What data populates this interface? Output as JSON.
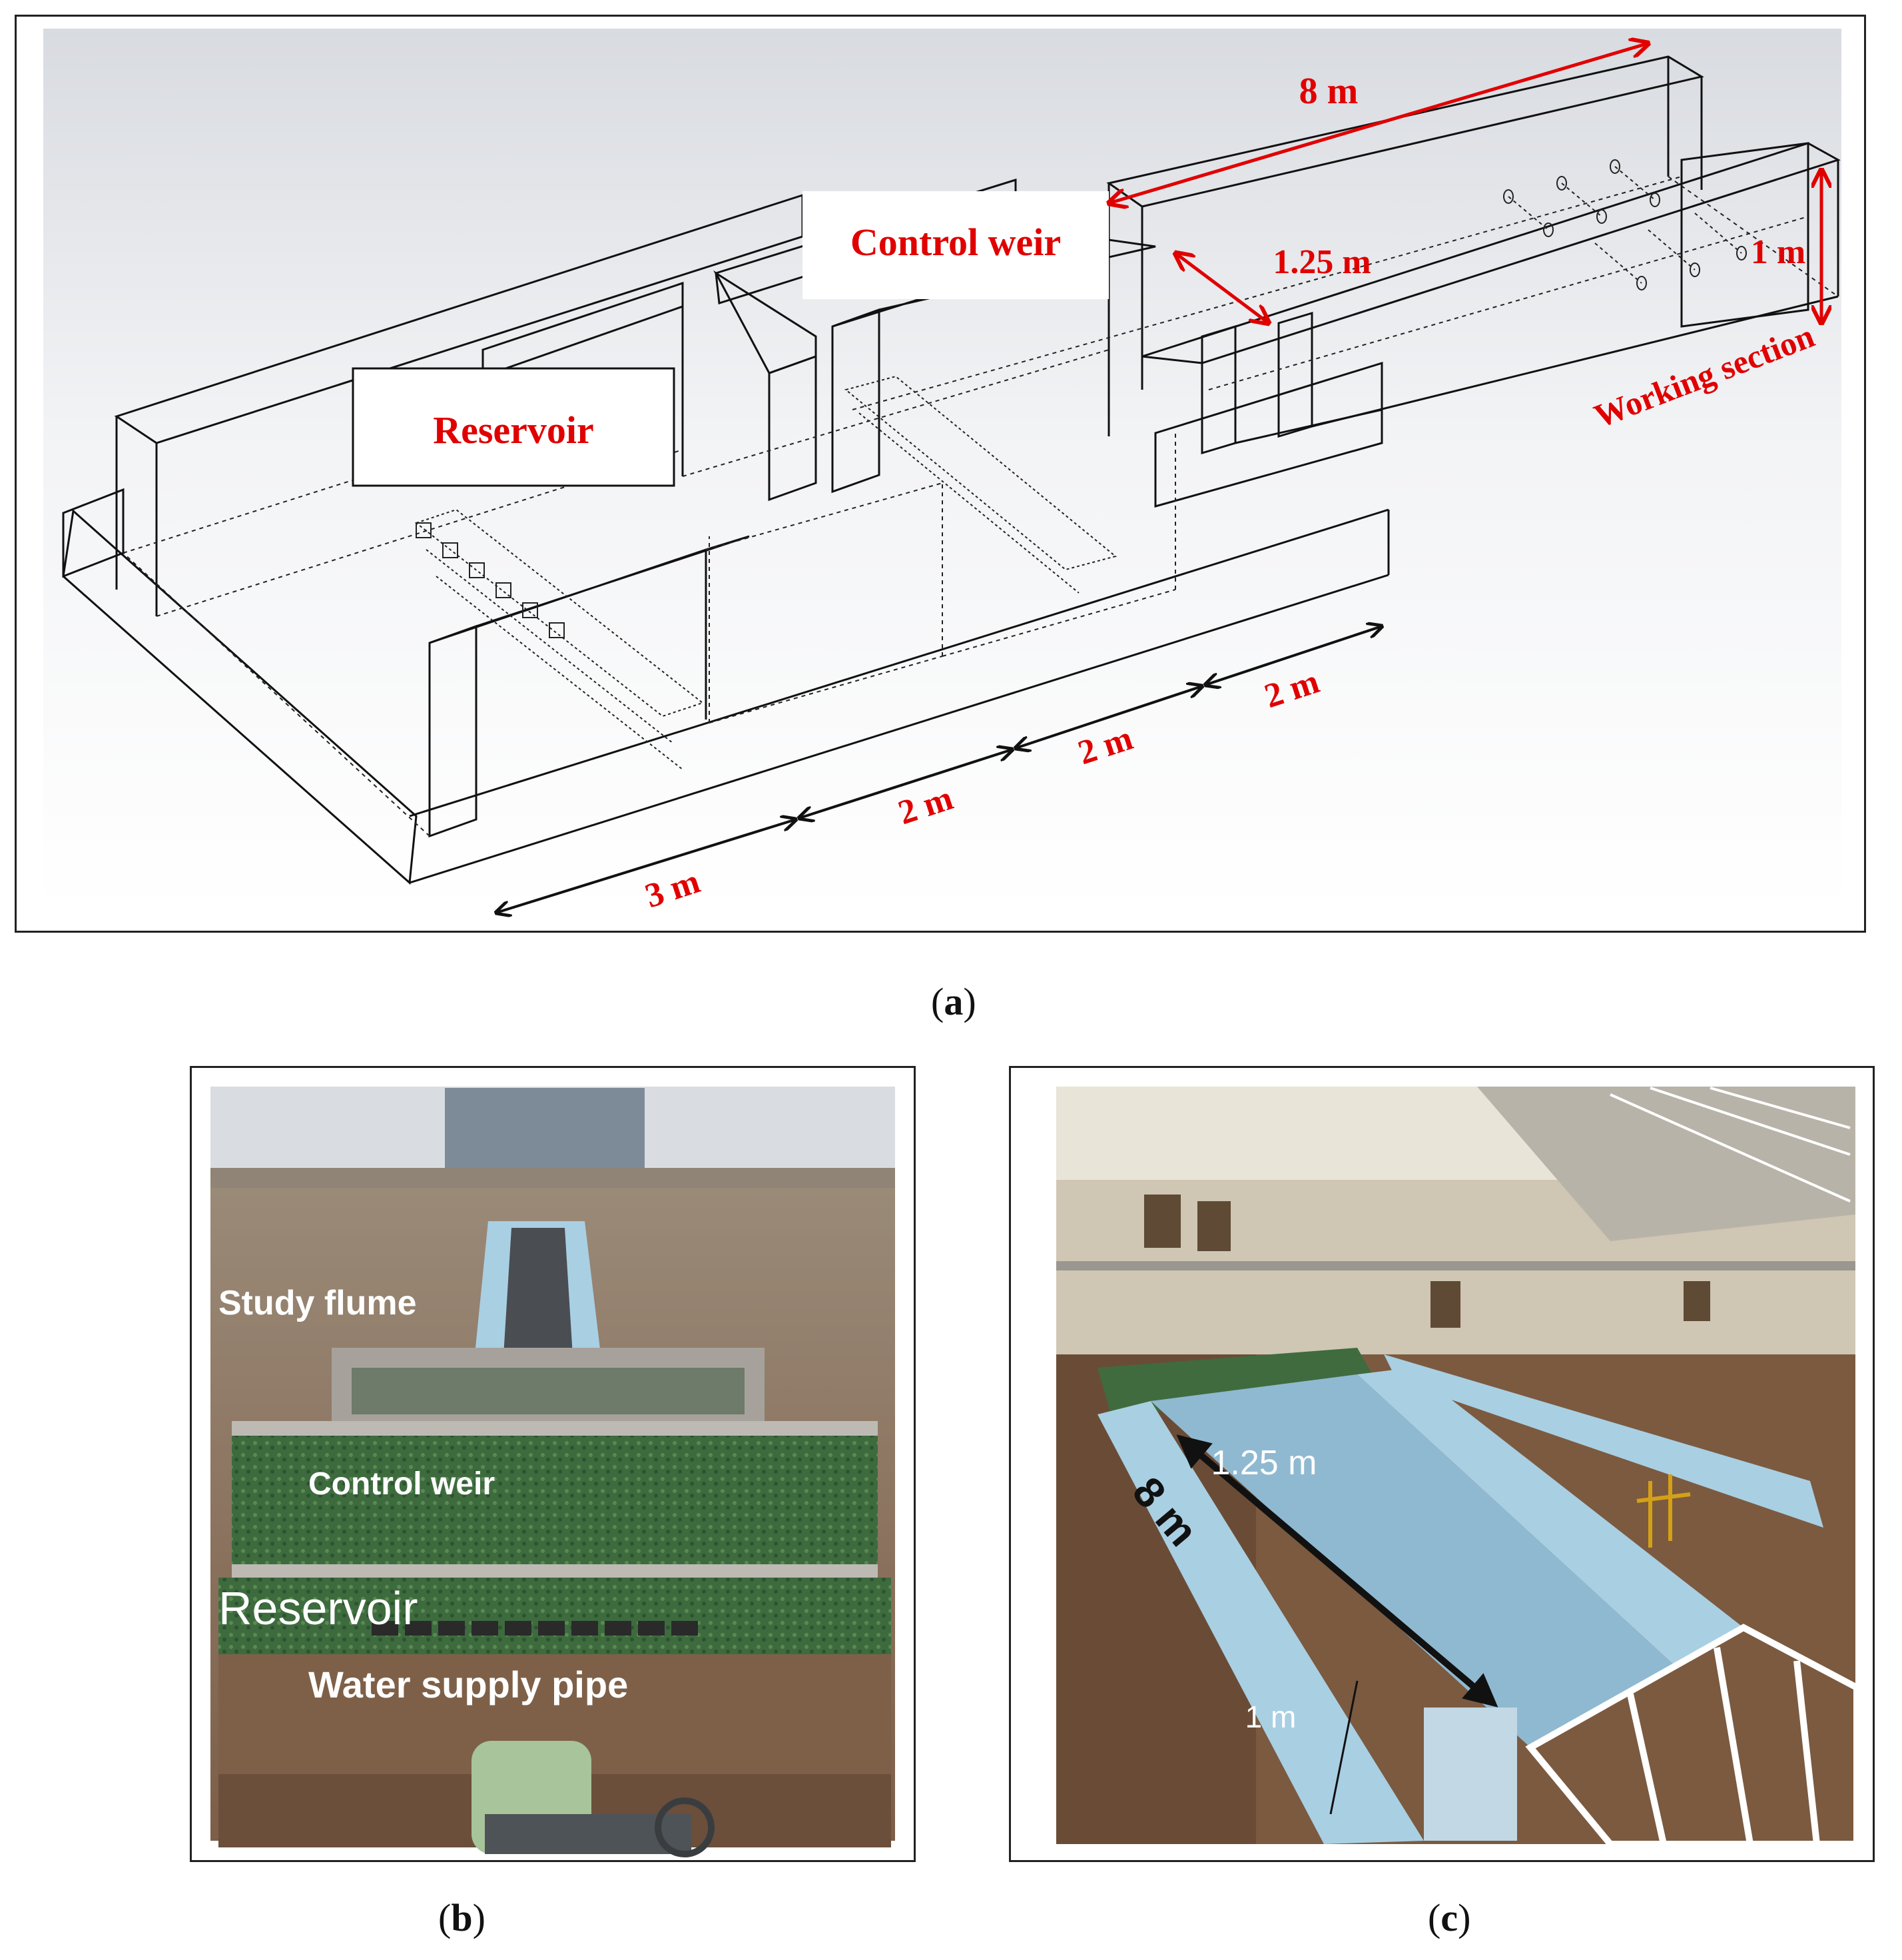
{
  "panel_a": {
    "labels": {
      "control_weir": "Control weir",
      "reservoir": "Reservoir",
      "working_section": "Working section"
    },
    "dimensions": {
      "length": "8 m",
      "width": "1.25 m",
      "height": "1 m",
      "d1": "3 m",
      "d2": "2 m",
      "d3": "2 m",
      "d4": "2 m"
    },
    "caption_letter": "a"
  },
  "panel_b": {
    "labels": {
      "study_flume": "Study flume",
      "control_weir": "Control weir",
      "reservoir": "Reservoir",
      "water_supply_pipe": "Water supply pipe"
    },
    "caption_letter": "b"
  },
  "panel_c": {
    "labels": {
      "width": "1.25 m",
      "length": "8 m",
      "height": "1 m"
    },
    "caption_letter": "c"
  },
  "colors": {
    "dimension_red": "#e00000",
    "dimension_black": "#111111",
    "flume_blue": "#a9cfe3",
    "tank_green": "#3f6b3f",
    "floor_brown": "#8a6a52"
  }
}
